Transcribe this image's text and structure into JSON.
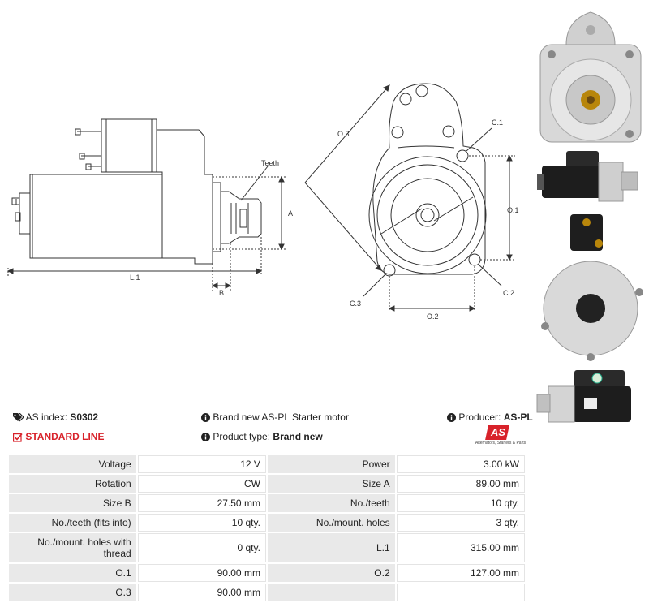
{
  "drawing": {
    "side_labels": {
      "teeth": "Teeth",
      "a": "A",
      "b": "B",
      "l1": "L.1"
    },
    "front_labels": {
      "o3": "O.3",
      "c1": "C.1",
      "o1": "O.1",
      "c2": "C.2",
      "c3": "C.3",
      "o2": "O.2"
    }
  },
  "info": {
    "as_index_label": "AS index:",
    "as_index_value": "S0302",
    "description": "Brand new AS-PL Starter motor",
    "producer_label": "Producer:",
    "producer_value": "AS-PL",
    "standard_line": "STANDARD LINE",
    "product_type_label": "Product type:",
    "product_type_value": "Brand new",
    "logo_text": "AS",
    "logo_tagline": "Alternators, Starters & Parts"
  },
  "spec": {
    "rows": [
      {
        "k1": "Voltage",
        "v1": "12 V",
        "k2": "Power",
        "v2": "3.00 kW"
      },
      {
        "k1": "Rotation",
        "v1": "CW",
        "k2": "Size A",
        "v2": "89.00 mm"
      },
      {
        "k1": "Size B",
        "v1": "27.50 mm",
        "k2": "No./teeth",
        "v2": "10 qty."
      },
      {
        "k1": "No./teeth (fits into)",
        "v1": "10 qty.",
        "k2": "No./mount. holes",
        "v2": "3 qty."
      },
      {
        "k1": "No./mount. holes with thread",
        "v1": "0 qty.",
        "k2": "L.1",
        "v2": "315.00 mm"
      },
      {
        "k1": "O.1",
        "v1": "90.00 mm",
        "k2": "O.2",
        "v2": "127.00 mm"
      },
      {
        "k1": "O.3",
        "v1": "90.00 mm",
        "k2": "",
        "v2": ""
      }
    ]
  },
  "colors": {
    "accent": "#d8222a",
    "table_key_bg": "#e9e9e9",
    "line": "#333333"
  }
}
